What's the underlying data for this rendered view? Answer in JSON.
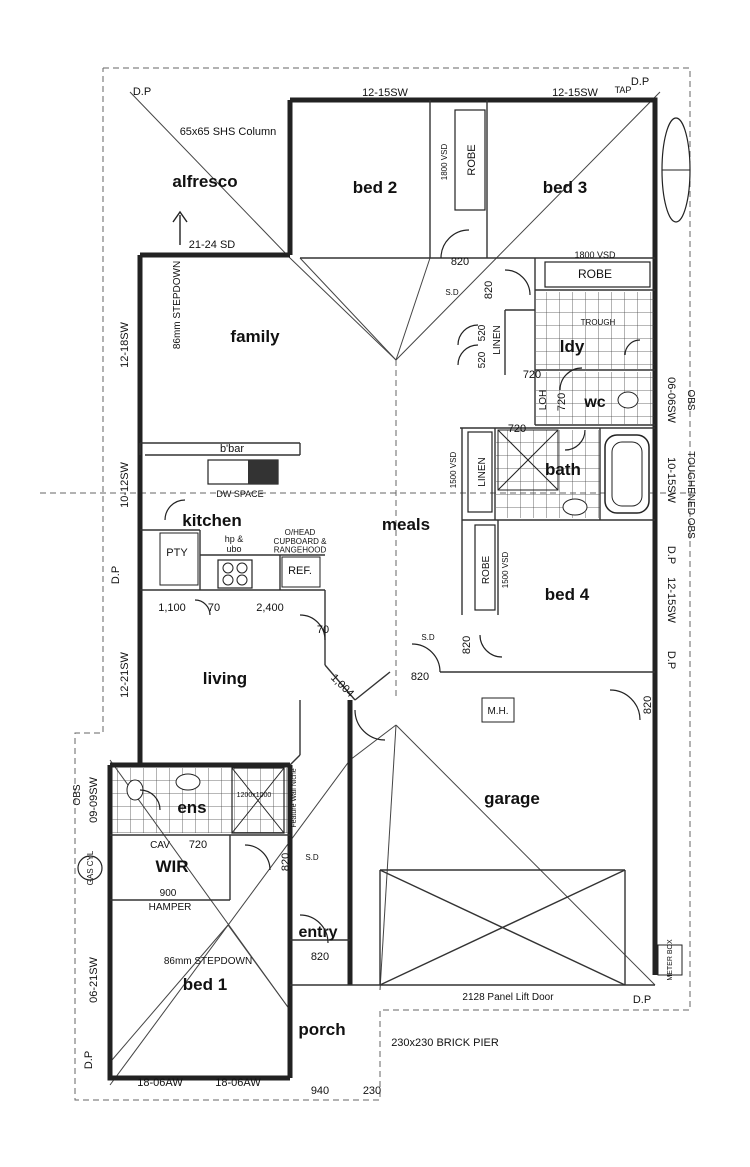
{
  "rooms": {
    "alfresco": "alfresco",
    "bed2": "bed 2",
    "bed3": "bed 3",
    "family": "family",
    "ldy": "ldy",
    "wc": "wc",
    "bath": "bath",
    "kitchen": "kitchen",
    "meals": "meals",
    "bed4": "bed 4",
    "living": "living",
    "garage": "garage",
    "ens": "ens",
    "wir": "WIR",
    "entry": "entry",
    "bed1": "bed 1",
    "porch": "porch"
  },
  "windows": {
    "top_left": "12-15SW",
    "top_right": "12-15SW",
    "family_side": "12-18SW",
    "kitchen_side": "10-12SW",
    "living_side": "12-21SW",
    "ens_side": "09-09SW",
    "bed1_side": "06-21SW",
    "bed1_bottom_left": "18-06AW",
    "bed1_bottom_right": "18-06AW",
    "wc_side": "06-06SW",
    "bath_side": "10-15SW",
    "bed4_side": "12-15SW",
    "alfresco_door": "21-24 SD"
  },
  "labels": {
    "dp": "D.P",
    "tap": "TAP",
    "column": "65x65 SHS Column",
    "robe": "ROBE",
    "robe_vsd_bed3": "1800 VSD",
    "robe_vsd_bed2": "1800 VSD",
    "linen": "LINEN",
    "linen_vsd": "1500 VSD",
    "robe_bed4_vsd": "1500 VSD",
    "stepdown_family": "86mm STEPDOWN",
    "stepdown_bed1": "86mm STEPDOWN",
    "bbar": "b'bar",
    "dw_space": "DW SPACE",
    "pty": "PTY",
    "hp_ubo": "hp &\nubo",
    "cupboard": "O/HEAD\nCUPBOARD &\nRANGEHOOD",
    "ref": "REF.",
    "mh": "M.H.",
    "panel_lift": "2128 Panel Lift Door",
    "brick_pier": "230x230 BRICK PIER",
    "gas_cyl": "GAS CYL",
    "hamper": "HAMPER",
    "cav": "CAV",
    "meter_box": "METER BOX",
    "obs_right": "OBS",
    "toughened_obs": "TOUGHENED OBS",
    "obs_left": "OBS",
    "feature_wall": "Feature Wall Niche",
    "lob": "LOH",
    "sd": "S.D",
    "trough": "TROUGH"
  },
  "dims": {
    "d820": "820",
    "d720": "720",
    "d520": "520",
    "d900": "900",
    "d1100": "1,100",
    "d70": "70",
    "d2400": "2,400",
    "d1004": "1,004",
    "d940": "940",
    "d230": "230",
    "shower": "1200x1000"
  }
}
